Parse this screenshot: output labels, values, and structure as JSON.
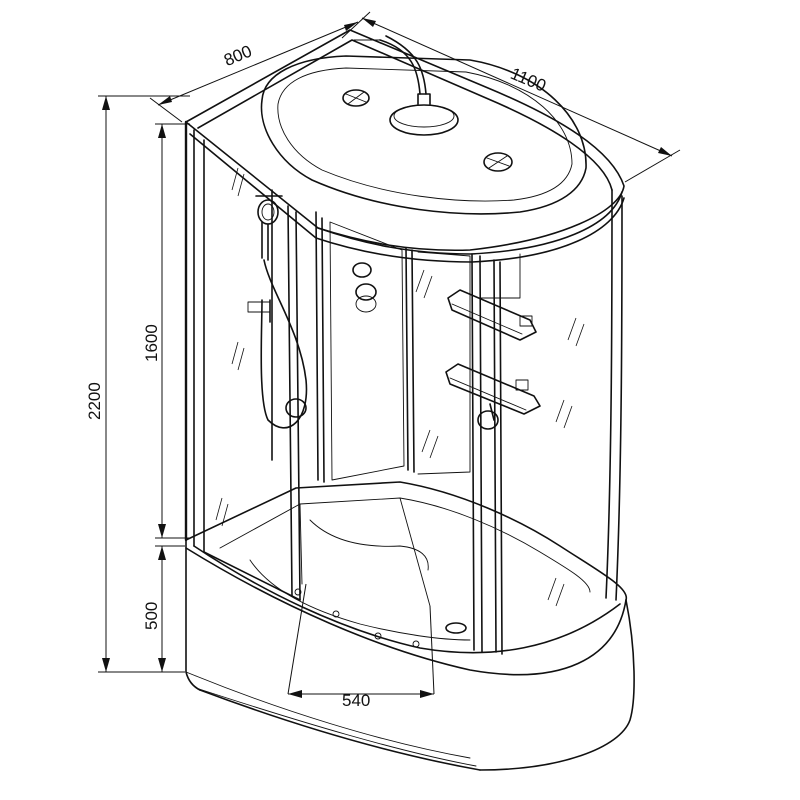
{
  "dimensions": {
    "depth": "800",
    "width": "1100",
    "total_height": "2200",
    "cabin_height": "1600",
    "tray_height": "500",
    "seat_width": "540"
  }
}
